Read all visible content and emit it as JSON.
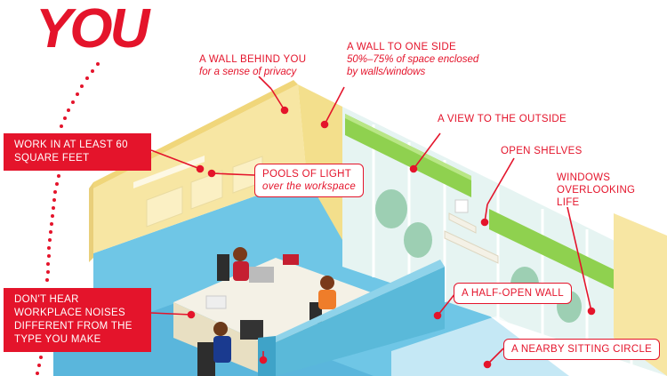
{
  "headline": "YOU",
  "boxes": {
    "square_feet": "WORK IN AT LEAST 60 SQUARE FEET",
    "noises": "DON'T HEAR WORKPLACE NOISES DIFFERENT FROM THE TYPE YOU MAKE"
  },
  "callouts": {
    "wall_behind": {
      "title": "A WALL BEHIND YOU",
      "sub": "for a sense of privacy"
    },
    "wall_side": {
      "title": "A WALL TO ONE SIDE",
      "sub1": "50%–75% of space enclosed",
      "sub2": "by walls/windows"
    },
    "pools_light": {
      "title": "POOLS OF LIGHT",
      "sub": "over the workspace"
    },
    "view_outside": {
      "title": "A VIEW TO THE OUTSIDE"
    },
    "open_shelves": {
      "title": "OPEN SHELVES"
    },
    "windows_life": {
      "line1": "WINDOWS",
      "line2": "OVERLOOKING",
      "line3": "LIFE"
    },
    "half_open_wall": {
      "title": "A HALF-OPEN WALL"
    },
    "sitting_circle": {
      "title": "A NEARBY SITTING CIRCLE"
    }
  },
  "colors": {
    "accent": "#e4142b",
    "wall_yellow": "#f7e6a3",
    "floor_blue": "#6fc6e6",
    "window_green": "#8fd14f",
    "desk": "#f4f1e6"
  }
}
